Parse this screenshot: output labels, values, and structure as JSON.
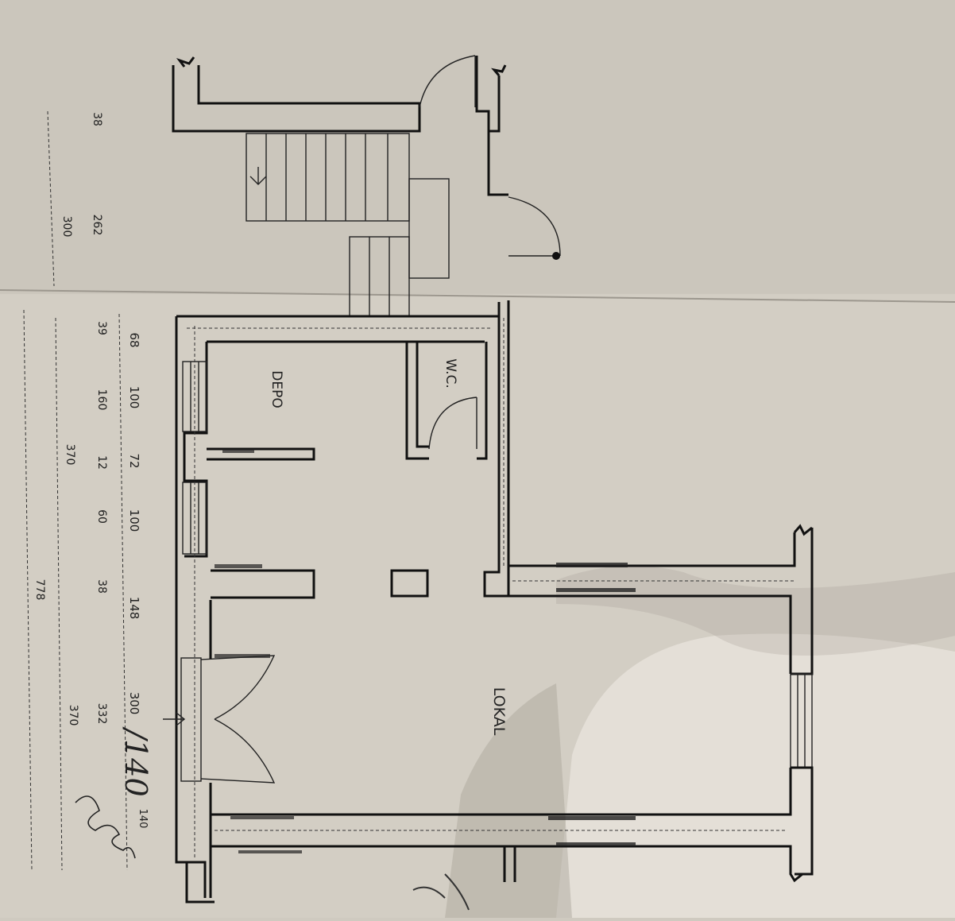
{
  "rooms": {
    "depo": "DEPO",
    "wc": "W.C.",
    "lokal": "LOKAL"
  },
  "dimensions": {
    "top_row_a": [
      "38",
      "262"
    ],
    "top_row_b": [
      "300"
    ],
    "row1": [
      "68",
      "100",
      "72",
      "100",
      "148",
      "300"
    ],
    "row2": [
      "39",
      "160",
      "12",
      "60",
      "38",
      "332"
    ],
    "row3": [
      "370",
      "370"
    ],
    "total": "778"
  },
  "handwriting": {
    "area_note": "/140",
    "small_note": "140"
  },
  "colors": {
    "paper": "#cfcac0",
    "ink": "#111111",
    "shadow": "#8f8b84"
  }
}
